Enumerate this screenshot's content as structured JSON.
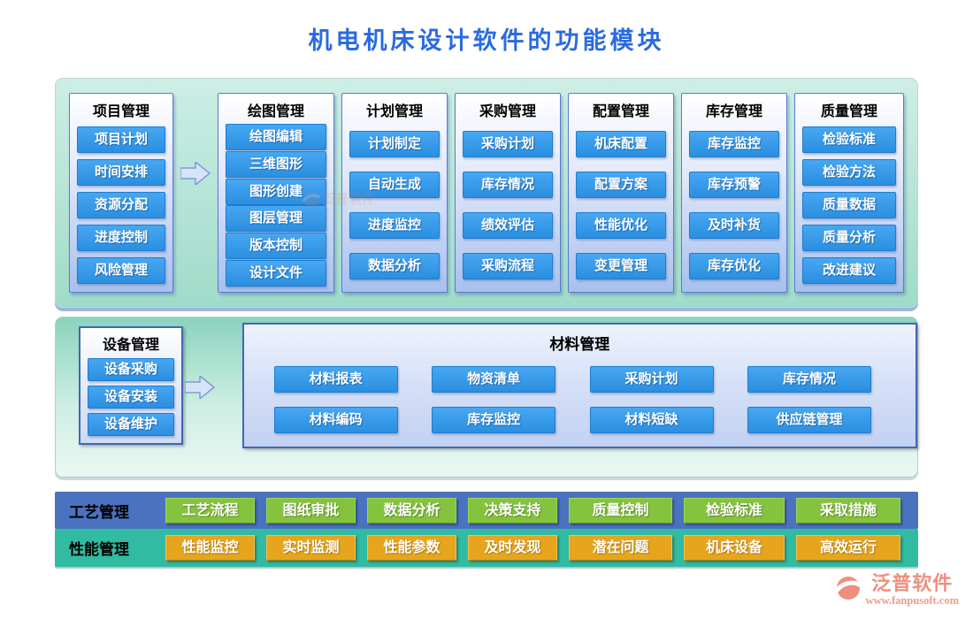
{
  "title": "机电机床设计软件的功能模块",
  "panels": {
    "top_columns": [
      {
        "header": "项目管理",
        "items": [
          "项目计划",
          "时间安排",
          "资源分配",
          "进度控制",
          "风险管理"
        ]
      },
      {
        "header": "绘图管理",
        "items": [
          "绘图编辑",
          "三维图形",
          "图形创建",
          "图层管理",
          "版本控制",
          "设计文件"
        ]
      },
      {
        "header": "计划管理",
        "items": [
          "计划制定",
          "自动生成",
          "进度监控",
          "数据分析"
        ]
      },
      {
        "header": "采购管理",
        "items": [
          "采购计划",
          "库存情况",
          "绩效评估",
          "采购流程"
        ]
      },
      {
        "header": "配置管理",
        "items": [
          "机床配置",
          "配置方案",
          "性能优化",
          "变更管理"
        ]
      },
      {
        "header": "库存管理",
        "items": [
          "库存监控",
          "库存预警",
          "及时补货",
          "库存优化"
        ]
      },
      {
        "header": "质量管理",
        "items": [
          "检验标准",
          "检验方法",
          "质量数据",
          "质量分析",
          "改进建议"
        ]
      }
    ],
    "equipment": {
      "header": "设备管理",
      "items": [
        "设备采购",
        "设备安装",
        "设备维护"
      ]
    },
    "material": {
      "header": "材料管理",
      "rows": [
        [
          "材料报表",
          "物资清单",
          "采购计划",
          "库存情况"
        ],
        [
          "材料编码",
          "库存监控",
          "材料短缺",
          "供应链管理"
        ]
      ]
    },
    "process": {
      "label": "工艺管理",
      "items": [
        "工艺流程",
        "图纸审批",
        "数据分析",
        "决策支持",
        "质量控制",
        "检验标准",
        "采取措施"
      ]
    },
    "performance": {
      "label": "性能管理",
      "items": [
        "性能监控",
        "实时监测",
        "性能参数",
        "及时发现",
        "潜在问题",
        "机床设备",
        "高效运行"
      ]
    }
  },
  "footer": {
    "brand": "泛普软件",
    "url": "www.fanpusoft.com"
  },
  "colors": {
    "title_blue": "#2a6be0",
    "module_button_blue": "#2e95e8",
    "bar_blue": "#4a72bf",
    "bar_teal": "#31bba2",
    "button_green": "#85c33e",
    "button_orange": "#e7a51d",
    "brand_salmon": "#ee8f7d"
  }
}
